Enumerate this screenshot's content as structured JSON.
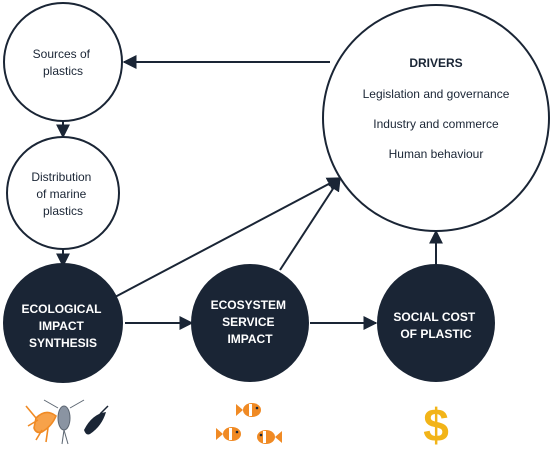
{
  "nodes": {
    "sources": {
      "lines": [
        "Sources of",
        "plastics"
      ]
    },
    "distribution": {
      "lines": [
        "Distribution",
        "of marine",
        "plastics"
      ]
    },
    "ecological": {
      "lines": [
        "ECOLOGICAL",
        "IMPACT",
        "SYNTHESIS"
      ]
    },
    "ecosystem": {
      "lines": [
        "ECOSYSTEM",
        "SERVICE",
        "IMPACT"
      ]
    },
    "social": {
      "lines": [
        "SOCIAL COST",
        "OF PLASTIC"
      ]
    },
    "drivers": {
      "title": "DRIVERS",
      "items": [
        "Legislation and governance",
        "Industry and commerce",
        "Human behaviour"
      ]
    }
  },
  "icons": {
    "plankton": "plankton-icon",
    "fish": "fish-icon",
    "dollar": "dollar-icon"
  },
  "colors": {
    "dark_node": "#1a2535",
    "outline": "#1a2535",
    "accent": "#f08a24",
    "dollar": "#f2b418"
  }
}
